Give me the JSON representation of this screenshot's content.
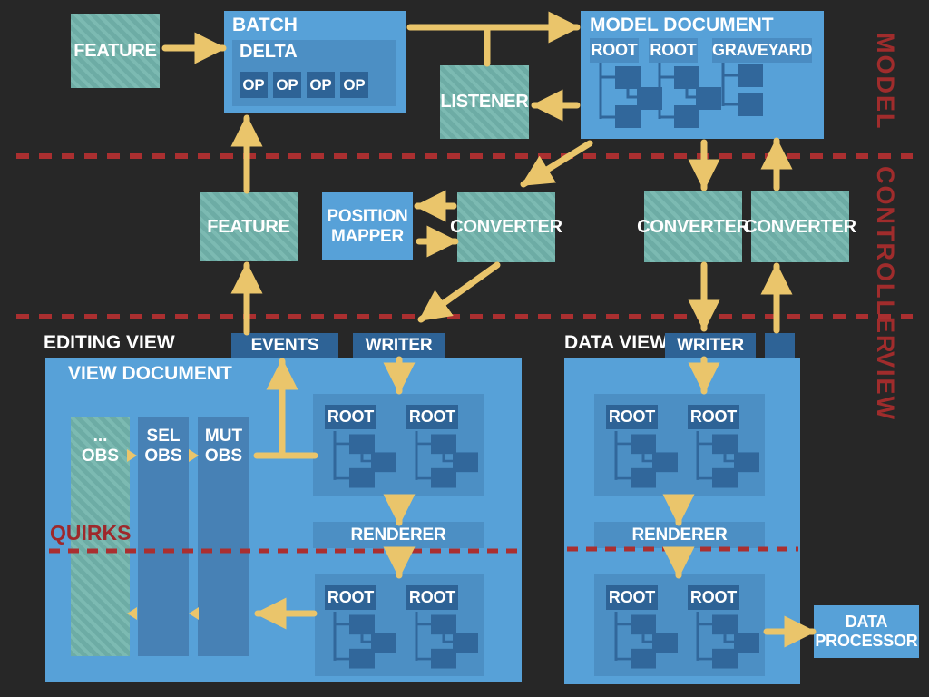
{
  "layer_labels": {
    "model": "MODEL",
    "controller": "CONTROLLER",
    "view": "VIEW"
  },
  "model_layer": {
    "feature_label": "FEATURE",
    "batch_label": "BATCH",
    "delta_label": "DELTA",
    "ops": [
      "OP",
      "OP",
      "OP",
      "OP"
    ],
    "listener_label": "LISTENER",
    "model_document_label": "MODEL DOCUMENT",
    "model_document_roots": [
      "ROOT",
      "ROOT",
      "GRAVEYARD"
    ]
  },
  "controller_layer": {
    "feature_label": "FEATURE",
    "position_mapper_label": "POSITION MAPPER",
    "converter_left_label": "CONVERTER",
    "converter_down_label": "CONVERTER",
    "converter_up_label": "CONVERTER"
  },
  "view_layer": {
    "editing_view": {
      "title": "EDITING VIEW",
      "events_label": "EVENTS",
      "writer_label": "WRITER",
      "view_document_label": "VIEW DOCUMENT",
      "observers": [
        {
          "top": "...",
          "bottom": "OBS"
        },
        {
          "top": "SEL",
          "bottom": "OBS"
        },
        {
          "top": "MUT",
          "bottom": "OBS"
        }
      ],
      "quirks_label": "QUIRKS",
      "renderer_label": "RENDERER",
      "top_roots": [
        "ROOT",
        "ROOT"
      ],
      "bottom_roots": [
        "ROOT",
        "ROOT"
      ]
    },
    "data_view": {
      "title": "DATA VIEW",
      "writer_label": "WRITER",
      "renderer_label": "RENDERER",
      "top_roots": [
        "ROOT",
        "ROOT"
      ],
      "bottom_roots": [
        "ROOT",
        "ROOT"
      ],
      "data_processor_label": "DATA PROCESSOR"
    }
  },
  "colors": {
    "background": "#272727",
    "light_blue": "#57A1D8",
    "medium_blue": "#4C8FC4",
    "dark_blue": "#2E6396",
    "teal": "#6DACA5",
    "arrow_yellow": "#EAC56B",
    "accent_red": "#A02C2C"
  }
}
